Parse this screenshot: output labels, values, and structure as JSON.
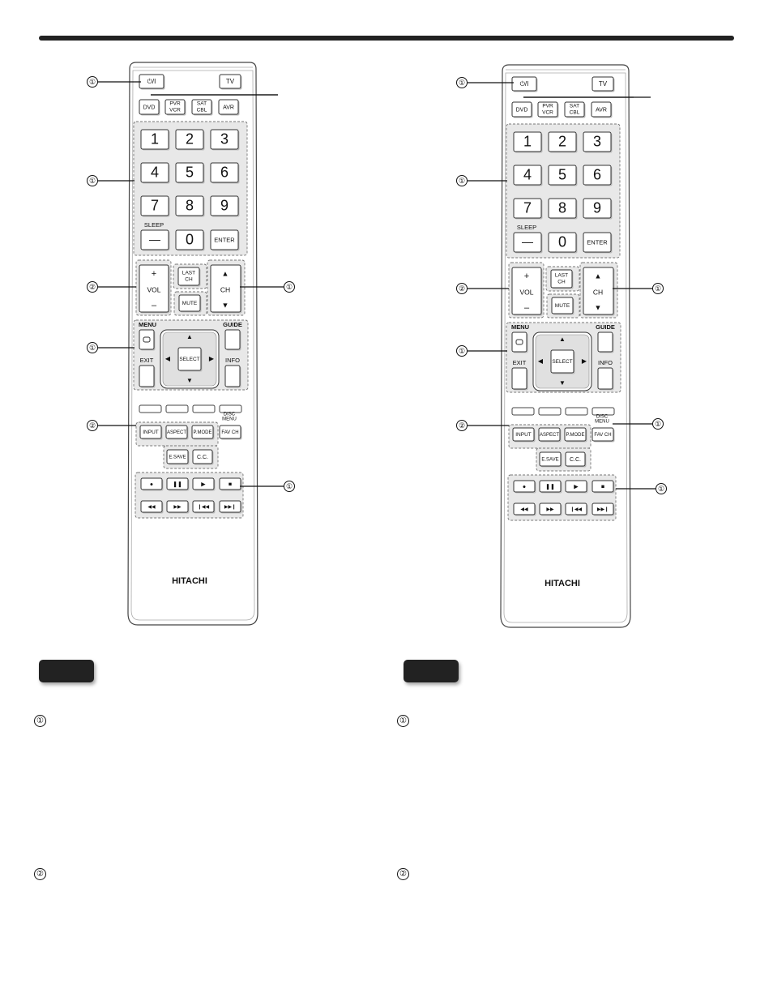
{
  "remote": {
    "brand": "HITACHI",
    "keys": {
      "power": "⏻/I",
      "tv": "TV",
      "dvd": "DVD",
      "pvr_1": "PVR",
      "pvr_2": "VCR",
      "sat_1": "SAT",
      "sat_2": "CBL",
      "avr": "AVR",
      "digits": [
        "1",
        "2",
        "3",
        "4",
        "5",
        "6",
        "7",
        "8",
        "9"
      ],
      "zero": "0",
      "sleep": "SLEEP",
      "dash": "—",
      "enter": "ENTER",
      "vol": "VOL",
      "plus": "+",
      "minus": "–",
      "last_1": "LAST",
      "last_2": "CH",
      "mute": "MUTE",
      "ch": "CH",
      "menu": "MENU",
      "guide": "GUIDE",
      "exit": "EXIT",
      "info": "INFO",
      "select": "SELECT",
      "disc_1": "DISC",
      "disc_2": "MENU",
      "input": "INPUT",
      "aspect": "ASPECT",
      "pmode": "P.MODE",
      "favch": "FAV CH",
      "esave": "E.SAVE",
      "cc": "C.C."
    }
  },
  "callouts": {
    "one": "①",
    "two": "②"
  },
  "legend": {
    "one": "①",
    "two": "②"
  }
}
